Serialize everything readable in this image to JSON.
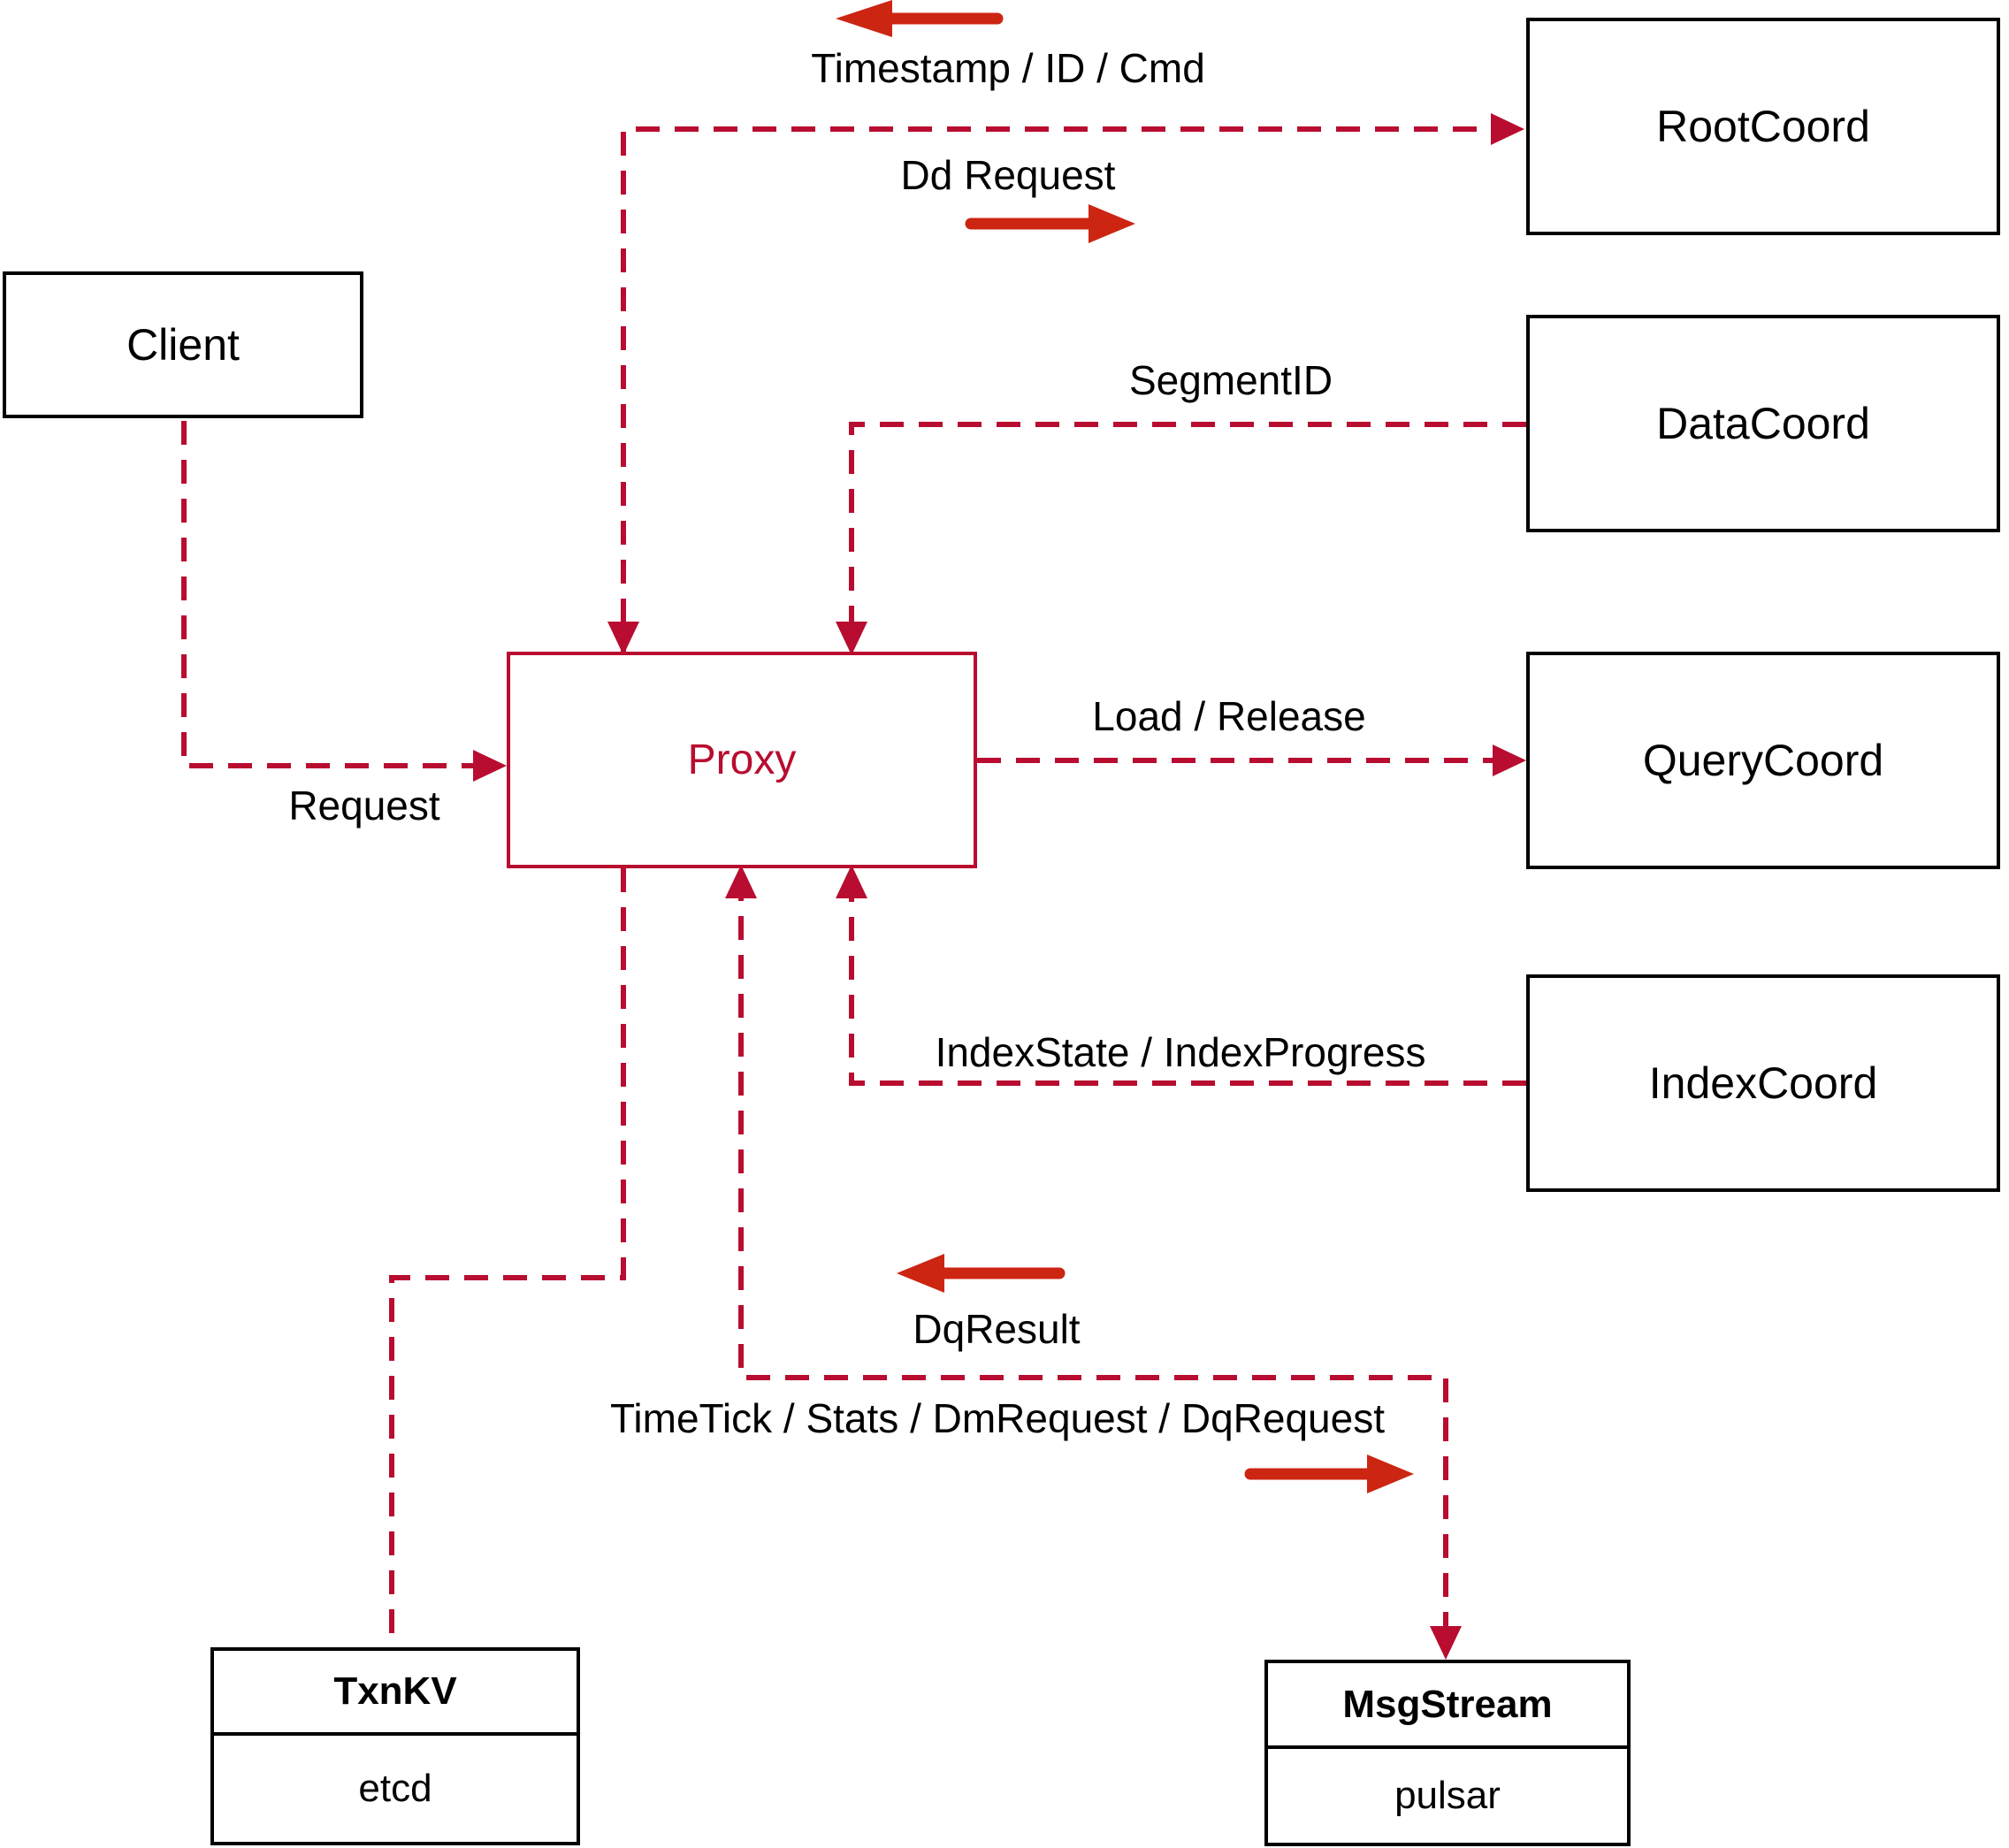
{
  "diagram": {
    "nodes": {
      "client": {
        "label": "Client"
      },
      "rootcoord": {
        "label": "RootCoord"
      },
      "datacoord": {
        "label": "DataCoord"
      },
      "querycoord": {
        "label": "QueryCoord"
      },
      "indexcoord": {
        "label": "IndexCoord"
      },
      "proxy": {
        "label": "Proxy"
      },
      "txnkv": {
        "title": "TxnKV",
        "subtitle": "etcd"
      },
      "msgstream": {
        "title": "MsgStream",
        "subtitle": "pulsar"
      }
    },
    "edge_labels": {
      "timestamp": "Timestamp / ID / Cmd",
      "dd_request": "Dd Request",
      "segment_id": "SegmentID",
      "request": "Request",
      "load_release": "Load / Release",
      "index_state": "IndexState / IndexProgress",
      "dq_result": "DqResult",
      "timetick": "TimeTick / Stats / DmRequest / DqRequest"
    },
    "colors": {
      "connector": "#B80D30",
      "solid_arrow": "#CC2512",
      "box_border": "#000000",
      "text": "#000000",
      "background": "#FFFFFF"
    }
  }
}
